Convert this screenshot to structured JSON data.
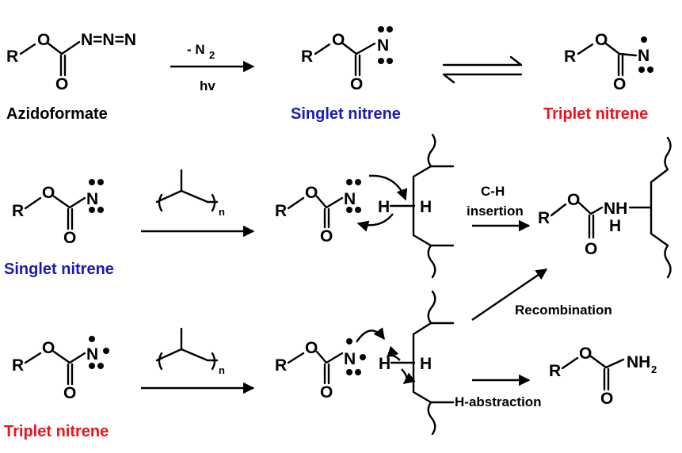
{
  "atoms": {
    "R": "R",
    "O": "O",
    "N": "N",
    "H": "H",
    "NH": "NH",
    "NH2_main": "NH",
    "NH2_sub": "2",
    "azide": "N=N=N"
  },
  "reagents": {
    "n2_loss_main": "- N",
    "n2_loss_sub": "2",
    "light": "hv",
    "polymer_repeat": "n",
    "ch_insertion_line1": "C-H",
    "ch_insertion_line2": "insertion",
    "recombination": "Recombination",
    "h_abstraction": "H-abstraction"
  },
  "captions": {
    "azidoformate": "Azidoformate",
    "singlet_top": "Singlet nitrene",
    "triplet_top": "Triplet nitrene",
    "singlet_mid": "Singlet nitrene",
    "triplet_bottom": "Triplet nitrene"
  },
  "colors": {
    "singlet": "#1a1ab4",
    "triplet": "#e8141e",
    "ink": "#000000"
  }
}
